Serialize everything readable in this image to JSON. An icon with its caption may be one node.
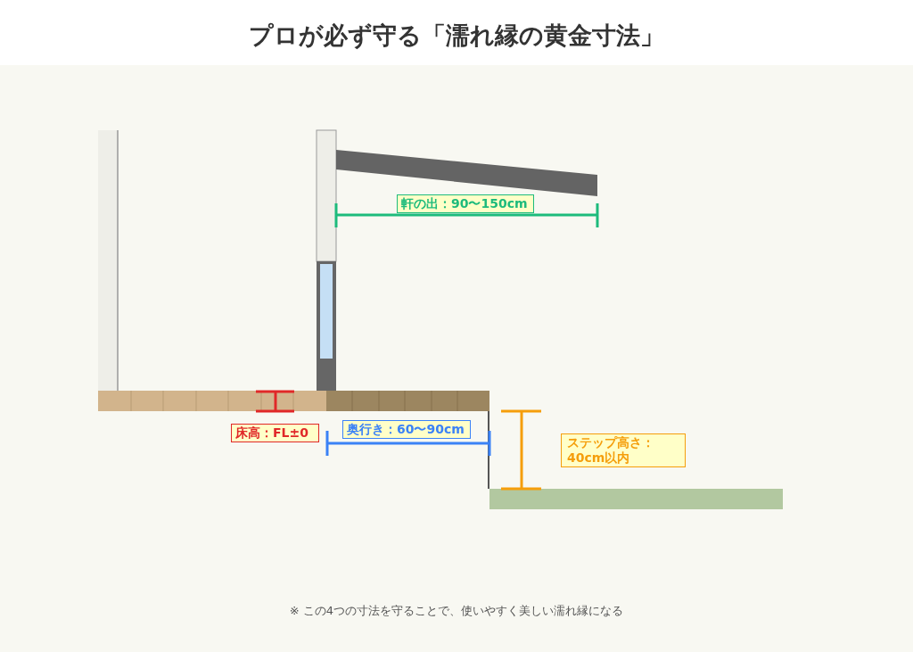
{
  "diagram": {
    "title": "プロが必ず守る「濡れ縁の黄金寸法」",
    "labels": [
      "軒の出：90〜150cm",
      "床高：FL±0",
      "奥行き：60〜90cm",
      "ステップ高さ：40cm以内"
    ],
    "caption": "※ この4つの寸法を守ることで、使いやすく美しい濡れ縁になる"
  }
}
